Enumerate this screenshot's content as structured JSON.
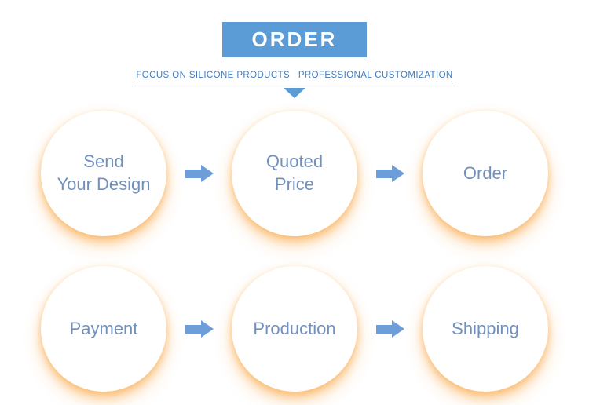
{
  "banner": {
    "label": "ORDER",
    "bg_color": "#5b9cd6",
    "text_color": "#ffffff"
  },
  "subtitle": {
    "text": "FOCUS ON SILICONE PRODUCTS   PROFESSIONAL CUSTOMIZATION",
    "color": "#3f7dc4"
  },
  "flow": {
    "label_color": "#7191bc",
    "arrow_color": "#6d9ed9",
    "glow_color": "#f7941d",
    "rows": [
      {
        "steps": [
          {
            "label": "Send\nYour Design"
          },
          {
            "label": "Quoted\nPrice"
          },
          {
            "label": "Order"
          }
        ]
      },
      {
        "steps": [
          {
            "label": "Payment"
          },
          {
            "label": "Production"
          },
          {
            "label": "Shipping"
          }
        ]
      }
    ]
  }
}
